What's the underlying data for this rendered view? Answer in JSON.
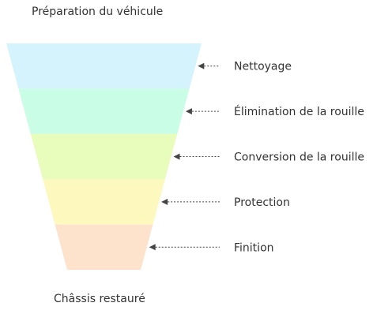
{
  "title": "Préparation du véhicule",
  "result": "Châssis restauré",
  "stages": [
    {
      "label": "Nettoyage",
      "color": "#d4f3fd"
    },
    {
      "label": "Élimination de la rouille",
      "color": "#c9fde6"
    },
    {
      "label": "Conversion de la rouille",
      "color": "#e8fcbc"
    },
    {
      "label": "Protection",
      "color": "#fdf8be"
    },
    {
      "label": "Finition",
      "color": "#fde2cc"
    }
  ],
  "connector_color": "#444444"
}
